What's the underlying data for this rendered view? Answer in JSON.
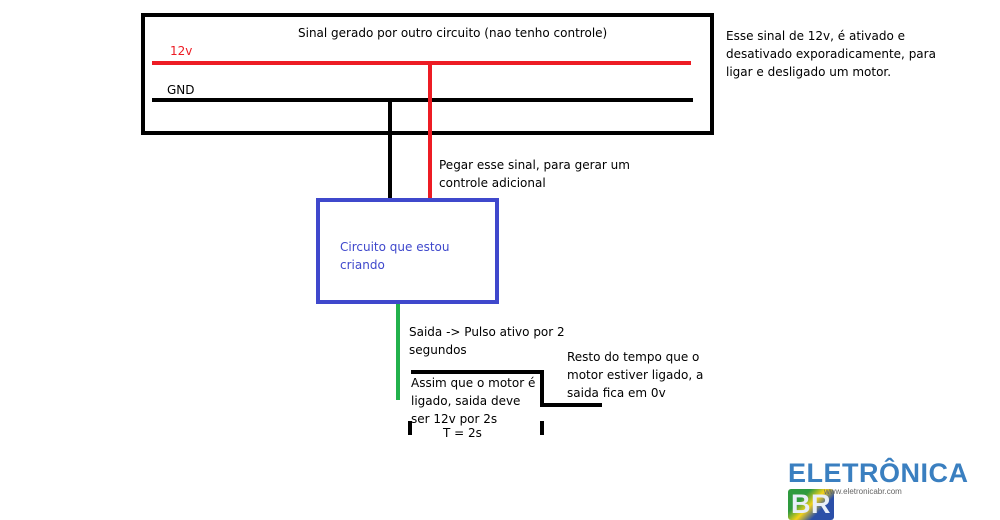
{
  "diagram": {
    "source_box_title": "Sinal gerado por outro circuito (nao tenho controle)",
    "label_12v": "12v",
    "label_gnd": "GND",
    "side_note": "Esse sinal de 12v, é ativado e desativado exporadicamente, para ligar e desligado um motor.",
    "tap_note": "Pegar esse sinal, para gerar um controle adicional",
    "circuit_box_label": "Circuito que estou criando",
    "output_note": "Saida -> Pulso ativo por 2 segundos",
    "pulse_note": "Assim que o motor é ligado, saida deve ser 12v por 2s",
    "rest_note": "Resto do tempo que o motor estiver ligado, a saida fica em 0v",
    "period_label": "T = 2s"
  },
  "logo": {
    "text": "ELETRÔNICA",
    "badge": "BR",
    "url": "www.eletronicabr.com"
  },
  "colors": {
    "red": "#ed1c24",
    "blue": "#3f48cc",
    "green": "#22b14c",
    "black": "#000000"
  }
}
